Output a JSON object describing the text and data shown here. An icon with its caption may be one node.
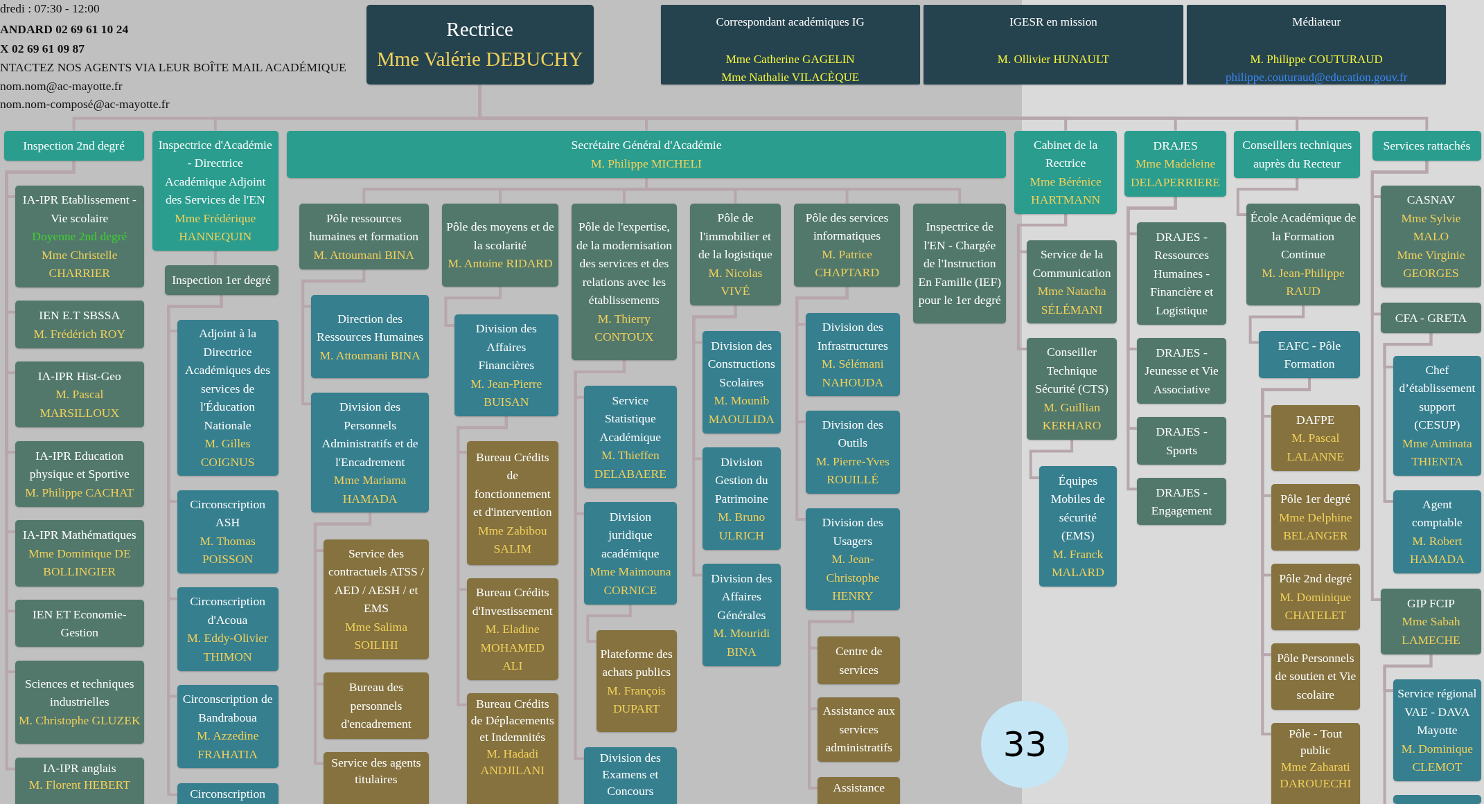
{
  "diagram": {
    "nodes": [
      {
        "text": [
          "Rectrice",
          "Mme Valérie DEBUCHY"
        ]
      },
      {
        "text": [
          "Correspondant académiques IG",
          "Mme Catherine GAGELIN",
          "Mme Nathalie VILACÈQUE"
        ]
      },
      {
        "text": [
          "IGESR en mission",
          "M. Ollivier HUNAULT"
        ]
      },
      {
        "text": [
          "Médiateur",
          "M. Philippe COUTURAUD",
          "philippe.couturaud@education.gouv.fr"
        ]
      },
      {
        "text": [
          "Inspection 2nd degré"
        ]
      },
      {
        "text": [
          "Inspectrice d'Académie - Directrice Académique Adjoint des Services de l'EN",
          "Mme Frédérique HANNEQUIN"
        ]
      },
      {
        "text": [
          "Secrétaire Général d'Académie",
          "M. Philippe MICHELI"
        ]
      },
      {
        "text": [
          "Cabinet de la Rectrice",
          "Mme Bérénice HARTMANN"
        ]
      },
      {
        "text": [
          "DRAJES",
          "Mme Madeleine DELAPERRIERE"
        ]
      },
      {
        "text": [
          "Conseillers techniques auprès du Recteur"
        ]
      },
      {
        "text": [
          "Services rattachés"
        ]
      },
      {
        "text": [
          "IA-IPR Etablissement - Vie scolaire",
          "Doyenne 2nd degré",
          "Mme Christelle CHARRIER"
        ]
      },
      {
        "text": [
          "IEN E.T SBSSA",
          "M. Frédérich ROY"
        ]
      },
      {
        "text": [
          "IA-IPR Hist-Geo",
          "M. Pascal MARSILLOUX"
        ]
      },
      {
        "text": [
          "IA-IPR Education physique et Sportive",
          "M. Philippe CACHAT"
        ]
      },
      {
        "text": [
          "IA-IPR Mathématiques",
          "Mme Dominique DE BOLLINGIER"
        ]
      },
      {
        "text": [
          "IEN ET Economie-Gestion"
        ]
      },
      {
        "text": [
          "Sciences et techniques industrielles",
          "M. Christophe GLUZEK"
        ]
      },
      {
        "text": [
          "IA-IPR anglais",
          "M. Florent HEBERT"
        ]
      },
      {
        "text": [
          "Inspection 1er degré"
        ]
      },
      {
        "text": [
          "Adjoint à la Directrice Académiques des services de l'Éducation Nationale",
          "M. Gilles COIGNUS"
        ]
      },
      {
        "text": [
          "Circonscription ASH",
          "M. Thomas POISSON"
        ]
      },
      {
        "text": [
          "Circonscription d'Acoua",
          "M. Eddy-Olivier THIMON"
        ]
      },
      {
        "text": [
          "Circonscription de Bandraboua",
          "M. Azzedine FRAHATIA"
        ]
      },
      {
        "text": [
          "Circonscription"
        ]
      },
      {
        "text": [
          "Pôle ressources humaines et formation",
          "M. Attoumani BINA"
        ]
      },
      {
        "text": [
          "Pôle des moyens et de la scolarité",
          "M. Antoine RIDARD"
        ]
      },
      {
        "text": [
          "Pôle de l'expertise, de la modernisation des services et des relations avec les établissements",
          "M. Thierry CONTOUX"
        ]
      },
      {
        "text": [
          "Pôle de l'immobilier et de la logistique",
          "M. Nicolas VIVÉ"
        ]
      },
      {
        "text": [
          "Pôle des services informatiques",
          "M. Patrice CHAPTARD"
        ]
      },
      {
        "text": [
          "Inspectrice de l'EN - Chargée de l'Instruction En Famille (IEF) pour le 1er degré"
        ]
      },
      {
        "text": [
          "Direction des Ressources Humaines",
          "M. Attoumani BINA"
        ]
      },
      {
        "text": [
          "Division des Personnels Administratifs et de l'Encadrement",
          "Mme Mariama HAMADA"
        ]
      },
      {
        "text": [
          "Service des contractuels ATSS / AED / AESH / et EMS",
          "Mme Salima SOILIHI"
        ]
      },
      {
        "text": [
          "Bureau des personnels d'encadrement"
        ]
      },
      {
        "text": [
          "Service des agents titulaires"
        ]
      },
      {
        "text": [
          "Division des Affaires Financières",
          "M. Jean-Pierre BUISAN"
        ]
      },
      {
        "text": [
          "Bureau Crédits de fonctionnement et d'intervention",
          "Mme Zabibou SALIM"
        ]
      },
      {
        "text": [
          "Bureau Crédits d'Investissement",
          "M. Eladine MOHAMED ALI"
        ]
      },
      {
        "text": [
          "Bureau Crédits de Déplacements et Indemnités",
          "M. Hadadi ANDJILANI"
        ]
      },
      {
        "text": [
          "Service Statistique Académique",
          "M. Thieffen DELABAERE"
        ]
      },
      {
        "text": [
          "Division juridique académique",
          "Mme Maimouna CORNICE"
        ]
      },
      {
        "text": [
          "Plateforme des achats publics",
          "M. François DUPART"
        ]
      },
      {
        "text": [
          "Division des Examens et Concours"
        ]
      },
      {
        "text": [
          "Division des Constructions Scolaires",
          "M. Mounib MAOULIDA"
        ]
      },
      {
        "text": [
          "Division Gestion du Patrimoine",
          "M. Bruno ULRICH"
        ]
      },
      {
        "text": [
          "Division des Affaires Générales",
          "M. Mouridi BINA"
        ]
      },
      {
        "text": [
          "Division des Infrastructures",
          "M. Sélémani NAHOUDA"
        ]
      },
      {
        "text": [
          "Division des Outils",
          "M. Pierre-Yves ROUILLÉ"
        ]
      },
      {
        "text": [
          "Division des Usagers",
          "M. Jean-Christophe HENRY"
        ]
      },
      {
        "text": [
          "Centre de services"
        ]
      },
      {
        "text": [
          "Assistance aux services administratifs"
        ]
      },
      {
        "text": [
          "Assistance"
        ]
      },
      {
        "text": [
          "Service de la Communication",
          "Mme Natacha SÉLÉMANI"
        ]
      },
      {
        "text": [
          "Conseiller Technique Sécurité (CTS)",
          "M. Guillian KERHARO"
        ]
      },
      {
        "text": [
          "Équipes Mobiles de sécurité (EMS)",
          "M. Franck MALARD"
        ]
      },
      {
        "text": [
          "DRAJES - Ressources Humaines - Financière et Logistique"
        ]
      },
      {
        "text": [
          "DRAJES - Jeunesse et Vie Associative"
        ]
      },
      {
        "text": [
          "DRAJES - Sports"
        ]
      },
      {
        "text": [
          "DRAJES - Engagement"
        ]
      },
      {
        "text": [
          "École Académique de la Formation Continue",
          "M. Jean-Philippe RAUD"
        ]
      },
      {
        "text": [
          "EAFC - Pôle Formation"
        ]
      },
      {
        "text": [
          "DAFPE",
          "M. Pascal LALANNE"
        ]
      },
      {
        "text": [
          "Pôle 1er degré",
          "Mme Delphine BELANGER"
        ]
      },
      {
        "text": [
          "Pôle 2nd degré",
          "M. Dominique CHATELET"
        ]
      },
      {
        "text": [
          "Pôle Personnels de soutien et Vie scolaire"
        ]
      },
      {
        "text": [
          "Pôle - Tout public",
          "Mme Zaharati DAROUECHI"
        ]
      },
      {
        "text": [
          "CASNAV",
          "Mme Sylvie MALO",
          "Mme Virginie GEORGES"
        ]
      },
      {
        "text": [
          "CFA - GRETA"
        ]
      },
      {
        "text": [
          "Chef d’établissement support (CESUP)",
          "Mme Aminata THIENTA"
        ]
      },
      {
        "text": [
          "Agent comptable",
          "M. Robert HAMADA"
        ]
      },
      {
        "text": [
          "GIP FCIP",
          "Mme Sabah LAMECHE"
        ]
      },
      {
        "text": [
          "Service régional VAE - DAVA Mayotte",
          "M. Dominique CLEMOT"
        ]
      },
      {
        "text": [],
        "shape": "box"
      }
    ],
    "edges": [
      {
        "from": 0,
        "to": 4,
        "arrow": "none"
      },
      {
        "from": 0,
        "to": 5,
        "arrow": "none"
      },
      {
        "from": 0,
        "to": 6,
        "arrow": "none"
      },
      {
        "from": 0,
        "to": 7,
        "arrow": "none"
      },
      {
        "from": 0,
        "to": 8,
        "arrow": "none"
      },
      {
        "from": 0,
        "to": 9,
        "arrow": "none"
      },
      {
        "from": 0,
        "to": 10,
        "arrow": "none"
      },
      {
        "from": 4,
        "to": 11,
        "arrow": "none"
      },
      {
        "from": 4,
        "to": 12,
        "arrow": "none"
      },
      {
        "from": 4,
        "to": 13,
        "arrow": "none"
      },
      {
        "from": 4,
        "to": 14,
        "arrow": "none"
      },
      {
        "from": 4,
        "to": 15,
        "arrow": "none"
      },
      {
        "from": 4,
        "to": 16,
        "arrow": "none"
      },
      {
        "from": 4,
        "to": 17,
        "arrow": "none"
      },
      {
        "from": 4,
        "to": 18,
        "arrow": "none"
      },
      {
        "from": 5,
        "to": 19,
        "arrow": "none"
      },
      {
        "from": 19,
        "to": 20,
        "arrow": "none"
      },
      {
        "from": 19,
        "to": 21,
        "arrow": "none"
      },
      {
        "from": 19,
        "to": 22,
        "arrow": "none"
      },
      {
        "from": 19,
        "to": 23,
        "arrow": "none"
      },
      {
        "from": 19,
        "to": 24,
        "arrow": "none"
      },
      {
        "from": 6,
        "to": 25,
        "arrow": "none"
      },
      {
        "from": 6,
        "to": 26,
        "arrow": "none"
      },
      {
        "from": 6,
        "to": 27,
        "arrow": "none"
      },
      {
        "from": 6,
        "to": 28,
        "arrow": "none"
      },
      {
        "from": 6,
        "to": 29,
        "arrow": "none"
      },
      {
        "from": 6,
        "to": 30,
        "arrow": "none"
      },
      {
        "from": 25,
        "to": 31,
        "arrow": "none"
      },
      {
        "from": 25,
        "to": 32,
        "arrow": "none"
      },
      {
        "from": 32,
        "to": 33,
        "arrow": "none"
      },
      {
        "from": 32,
        "to": 34,
        "arrow": "none"
      },
      {
        "from": 32,
        "to": 35,
        "arrow": "none"
      },
      {
        "from": 26,
        "to": 36,
        "arrow": "none"
      },
      {
        "from": 36,
        "to": 37,
        "arrow": "none"
      },
      {
        "from": 36,
        "to": 38,
        "arrow": "none"
      },
      {
        "from": 36,
        "to": 39,
        "arrow": "none"
      },
      {
        "from": 27,
        "to": 40,
        "arrow": "none"
      },
      {
        "from": 27,
        "to": 41,
        "arrow": "none"
      },
      {
        "from": 27,
        "to": 43,
        "arrow": "none"
      },
      {
        "from": 41,
        "to": 42,
        "arrow": "none"
      },
      {
        "from": 28,
        "to": 44,
        "arrow": "none"
      },
      {
        "from": 28,
        "to": 45,
        "arrow": "none"
      },
      {
        "from": 28,
        "to": 46,
        "arrow": "none"
      },
      {
        "from": 29,
        "to": 47,
        "arrow": "none"
      },
      {
        "from": 29,
        "to": 48,
        "arrow": "none"
      },
      {
        "from": 29,
        "to": 49,
        "arrow": "none"
      },
      {
        "from": 49,
        "to": 50,
        "arrow": "none"
      },
      {
        "from": 49,
        "to": 51,
        "arrow": "none"
      },
      {
        "from": 49,
        "to": 52,
        "arrow": "none"
      },
      {
        "from": 7,
        "to": 53,
        "arrow": "none"
      },
      {
        "from": 7,
        "to": 54,
        "arrow": "none"
      },
      {
        "from": 54,
        "to": 55,
        "arrow": "none"
      },
      {
        "from": 8,
        "to": 56,
        "arrow": "none"
      },
      {
        "from": 8,
        "to": 57,
        "arrow": "none"
      },
      {
        "from": 8,
        "to": 58,
        "arrow": "none"
      },
      {
        "from": 8,
        "to": 59,
        "arrow": "none"
      },
      {
        "from": 9,
        "to": 60,
        "arrow": "none"
      },
      {
        "from": 60,
        "to": 61,
        "arrow": "none"
      },
      {
        "from": 61,
        "to": 62,
        "arrow": "none"
      },
      {
        "from": 61,
        "to": 63,
        "arrow": "none"
      },
      {
        "from": 61,
        "to": 64,
        "arrow": "none"
      },
      {
        "from": 61,
        "to": 65,
        "arrow": "none"
      },
      {
        "from": 61,
        "to": 66,
        "arrow": "none"
      },
      {
        "from": 10,
        "to": 67,
        "arrow": "none"
      },
      {
        "from": 10,
        "to": 68,
        "arrow": "none"
      },
      {
        "from": 10,
        "to": 71,
        "arrow": "none"
      },
      {
        "from": 68,
        "to": 69,
        "arrow": "none"
      },
      {
        "from": 68,
        "to": 70,
        "arrow": "none"
      },
      {
        "from": 71,
        "to": 72,
        "arrow": "none"
      },
      {
        "from": 71,
        "to": 73,
        "arrow": "none"
      }
    ],
    "labels": [
      "dredi : 07:30 - 12:00",
      "ANDARD 02 69 61 10 24",
      "X 02 69 61 09 87",
      "NTACTEZ NOS AGENTS VIA LEUR BOÎTE MAIL ACADÉMIQUE",
      "nom.nom@ac-mayotte.fr",
      "nom.nom-composé@ac-mayotte.fr",
      "33"
    ]
  }
}
